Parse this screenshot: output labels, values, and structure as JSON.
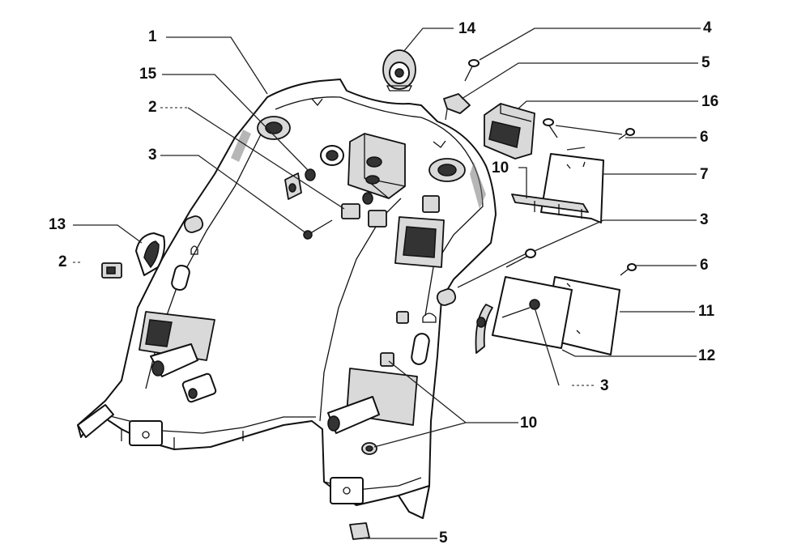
{
  "diagram": {
    "title": "Inner shield / glove box exploded parts diagram",
    "callouts": [
      {
        "id": "c1",
        "label": "1"
      },
      {
        "id": "c15",
        "label": "15"
      },
      {
        "id": "c2a",
        "label": "2"
      },
      {
        "id": "c3a",
        "label": "3"
      },
      {
        "id": "c13",
        "label": "13"
      },
      {
        "id": "c2b",
        "label": "2"
      },
      {
        "id": "c14",
        "label": "14"
      },
      {
        "id": "c4",
        "label": "4"
      },
      {
        "id": "c5a",
        "label": "5"
      },
      {
        "id": "c16",
        "label": "16"
      },
      {
        "id": "c6a",
        "label": "6"
      },
      {
        "id": "c10a",
        "label": "10"
      },
      {
        "id": "c7",
        "label": "7"
      },
      {
        "id": "c3b",
        "label": "3"
      },
      {
        "id": "c6b",
        "label": "6"
      },
      {
        "id": "c11",
        "label": "11"
      },
      {
        "id": "c12",
        "label": "12"
      },
      {
        "id": "c3c",
        "label": "3"
      },
      {
        "id": "c10b",
        "label": "10"
      },
      {
        "id": "c5b",
        "label": "5"
      }
    ]
  }
}
